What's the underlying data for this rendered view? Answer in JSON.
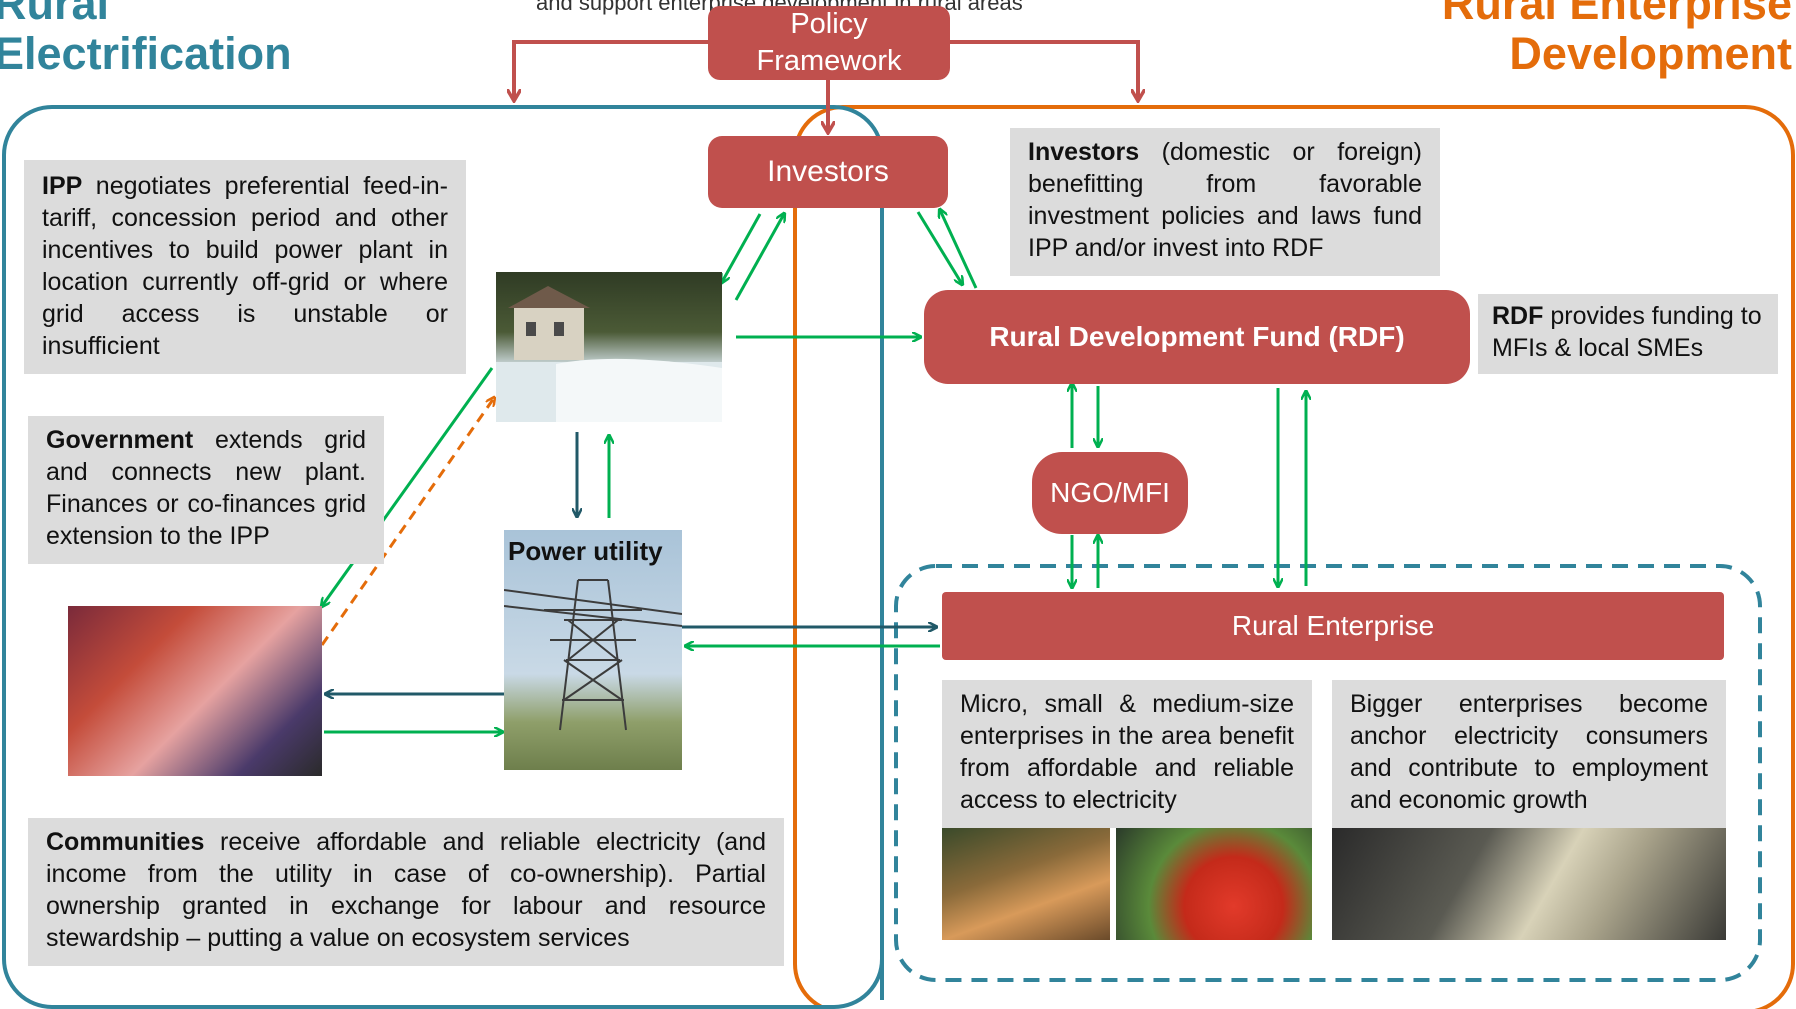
{
  "titles": {
    "left_line1": "Rural",
    "left_line2": "Electrification",
    "right_line1": "Rural Enterprise",
    "right_line2": "Development",
    "top_caption": "and support enterprise development in rural areas"
  },
  "nodes": {
    "policy_line1": "Policy",
    "policy_line2": "Framework",
    "investors": "Investors",
    "rdf": "Rural Development Fund (RDF)",
    "ngo": "NGO/MFI",
    "rural_enterprise": "Rural Enterprise",
    "power_utility": "Power utility"
  },
  "notes": {
    "ipp_bold": "IPP",
    "ipp_text": " negotiates preferential feed-in-tariff, concession period and other incentives to build power plant in location currently off-grid or  where grid access is  unstable or insufficient",
    "gov_bold": "Government",
    "gov_text": " extends grid and connects new plant. Finances or co-finances grid extension to the IPP",
    "inv_bold": "Investors",
    "inv_text": " (domestic or foreign) benefitting from favorable investment policies and laws fund IPP and/or invest into RDF",
    "rdf_bold": "RDF",
    "rdf_text": " provides funding to MFIs & local SMEs",
    "com_bold": "Communities",
    "com_text": " receive affordable and reliable electricity (and income from the utility in case of co-ownership). Partial ownership granted in exchange for labour and resource stewardship – putting a value on ecosystem services",
    "micro_text": "Micro, small & medium-size enterprises in the area benefit from affordable and reliable access to electricity",
    "bigger_text": "Bigger enterprises become anchor electricity consumers and contribute to employment and economic  growth"
  },
  "colors": {
    "teal": "#31849b",
    "orange": "#e46c0a",
    "red": "#c0504d",
    "green": "#00b050",
    "navy": "#215968",
    "gray_box": "#dcdcdc"
  }
}
